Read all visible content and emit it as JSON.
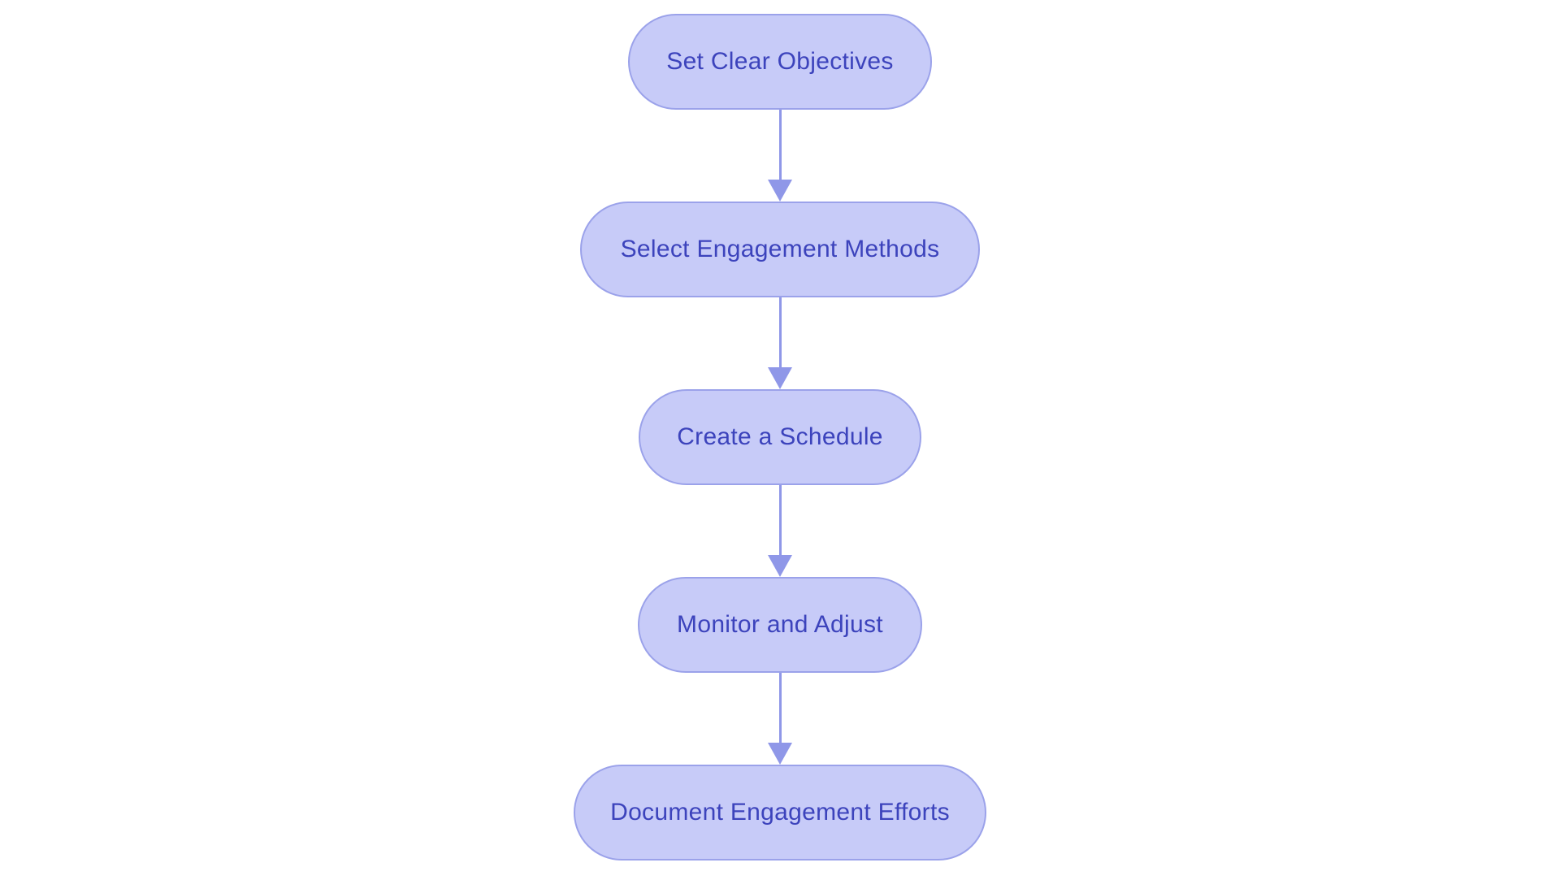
{
  "diagram": {
    "type": "flowchart",
    "direction": "top-down",
    "colors": {
      "background": "#ffffff",
      "node_fill": "#c7cbf8",
      "node_border": "#9ba2ea",
      "node_text": "#3c43bc",
      "arrow": "#8f97e8"
    },
    "nodes": [
      {
        "label": "Set Clear Objectives"
      },
      {
        "label": "Select Engagement Methods"
      },
      {
        "label": "Create a Schedule"
      },
      {
        "label": "Monitor and Adjust"
      },
      {
        "label": "Document Engagement Efforts"
      }
    ],
    "edges": [
      {
        "from": 0,
        "to": 1
      },
      {
        "from": 1,
        "to": 2
      },
      {
        "from": 2,
        "to": 3
      },
      {
        "from": 3,
        "to": 4
      }
    ]
  }
}
